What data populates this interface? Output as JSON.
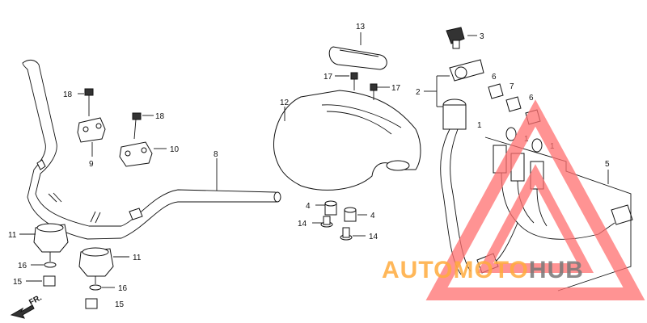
{
  "diagram": {
    "callouts": [
      {
        "id": "c3",
        "text": "3"
      },
      {
        "id": "c13",
        "text": "13"
      },
      {
        "id": "c17a",
        "text": "17"
      },
      {
        "id": "c17b",
        "text": "17"
      },
      {
        "id": "c2",
        "text": "2"
      },
      {
        "id": "c6a",
        "text": "6"
      },
      {
        "id": "c7",
        "text": "7"
      },
      {
        "id": "c6b",
        "text": "6"
      },
      {
        "id": "c12",
        "text": "12"
      },
      {
        "id": "c18a",
        "text": "18"
      },
      {
        "id": "c18b",
        "text": "18"
      },
      {
        "id": "c10",
        "text": "10"
      },
      {
        "id": "c9",
        "text": "9"
      },
      {
        "id": "c8",
        "text": "8"
      },
      {
        "id": "c5",
        "text": "5"
      },
      {
        "id": "c1a",
        "text": "1"
      },
      {
        "id": "c1b",
        "text": "1"
      },
      {
        "id": "c1c",
        "text": "1"
      },
      {
        "id": "c4a",
        "text": "4"
      },
      {
        "id": "c4b",
        "text": "4"
      },
      {
        "id": "c14a",
        "text": "14"
      },
      {
        "id": "c14b",
        "text": "14"
      },
      {
        "id": "c11a",
        "text": "11"
      },
      {
        "id": "c11b",
        "text": "11"
      },
      {
        "id": "c16a",
        "text": "16"
      },
      {
        "id": "c16b",
        "text": "16"
      },
      {
        "id": "c15a",
        "text": "15"
      },
      {
        "id": "c15b",
        "text": "15"
      }
    ],
    "direction_label": "FR."
  },
  "watermark": {
    "part1": "AUTO",
    "part2": "MOTO",
    "part3": "HUB",
    "accent_color": "#ff6f6f",
    "secondary_color": "#f5a442"
  }
}
